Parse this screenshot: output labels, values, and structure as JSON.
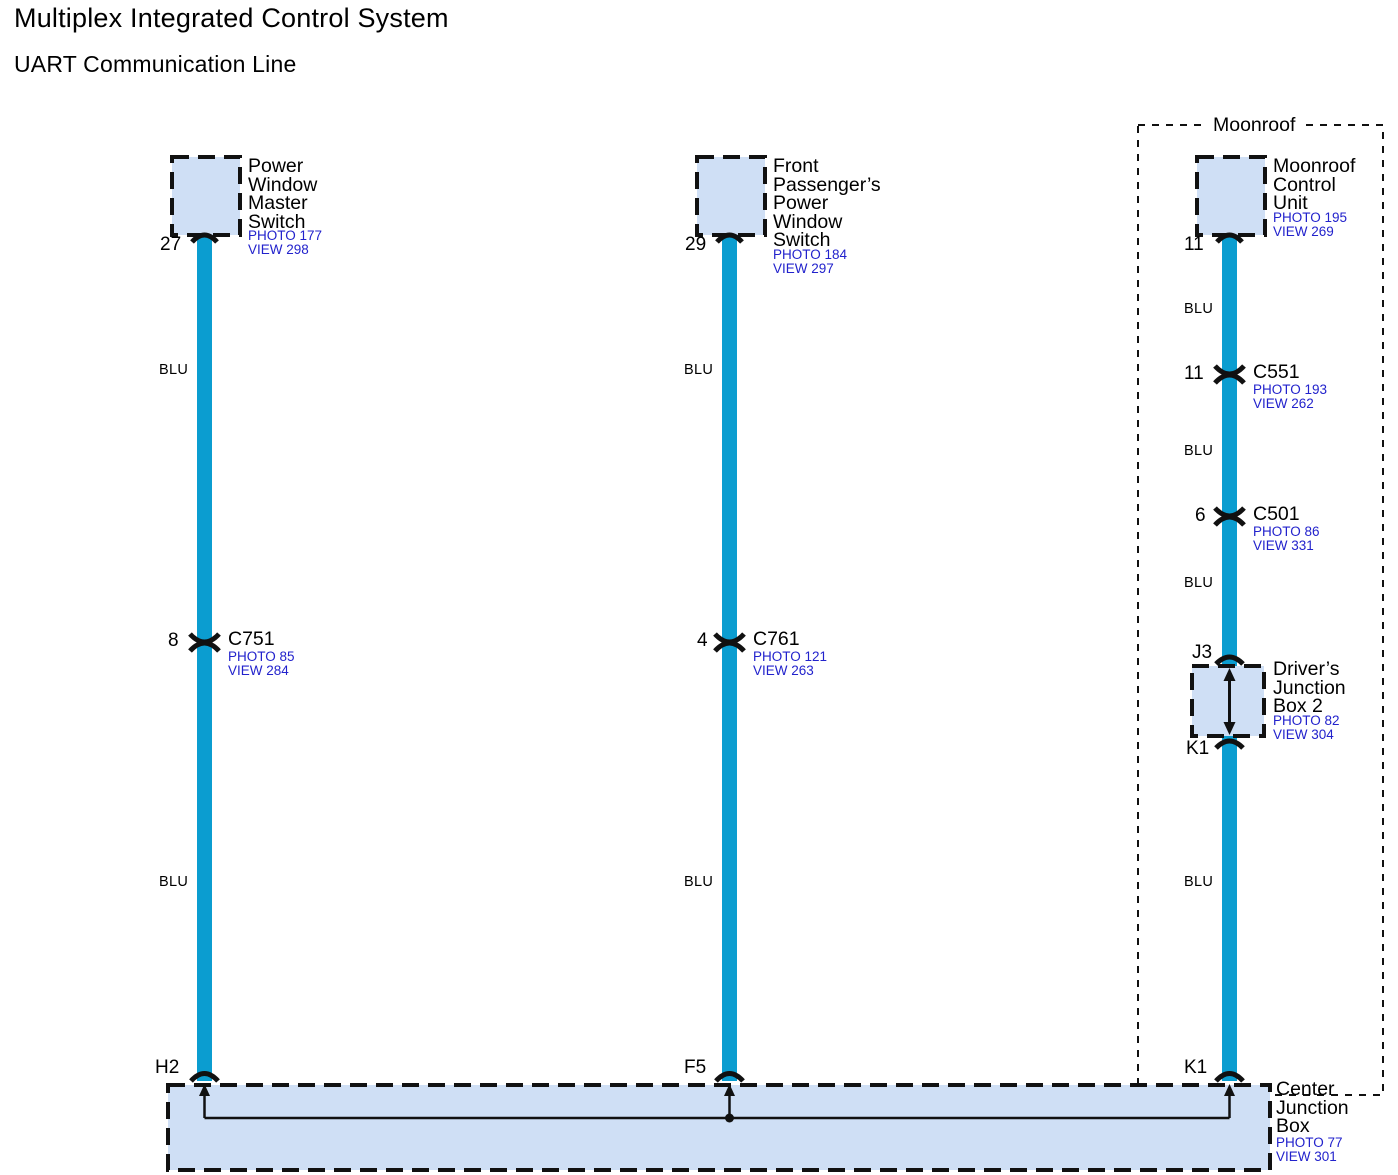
{
  "title": {
    "main": "Multiplex Integrated Control System",
    "sub": "UART Communication Line"
  },
  "colors": {
    "wire_blue": "#0b9dd0",
    "box_fill": "#cfdff5",
    "box_stroke": "#111111",
    "ref_text": "#2222cc",
    "text": "#000000"
  },
  "regions": [
    {
      "id": "moonroof",
      "label": "Moonroof"
    }
  ],
  "wire_color_label": "BLU",
  "columns": [
    {
      "id": "col-left",
      "component": {
        "name": "Power\nWindow\nMaster\nSwitch",
        "photo": "PHOTO 177",
        "view": "VIEW 298",
        "pin": "27"
      },
      "segments": [
        {
          "label": "BLU"
        },
        {
          "label": "BLU"
        }
      ],
      "connectors": [
        {
          "pin": "8",
          "name": "C751",
          "photo": "PHOTO 85",
          "view": "VIEW 284"
        }
      ],
      "terminal": {
        "label": "H2"
      }
    },
    {
      "id": "col-middle",
      "component": {
        "name": "Front\nPassenger’s\nPower\nWindow\nSwitch",
        "photo": "PHOTO 184",
        "view": "VIEW 297",
        "pin": "29"
      },
      "segments": [
        {
          "label": "BLU"
        },
        {
          "label": "BLU"
        }
      ],
      "connectors": [
        {
          "pin": "4",
          "name": "C761",
          "photo": "PHOTO 121",
          "view": "VIEW 263"
        }
      ],
      "terminal": {
        "label": "F5"
      }
    },
    {
      "id": "col-right",
      "component": {
        "name": "Moonroof\nControl\nUnit",
        "photo": "PHOTO 195",
        "view": "VIEW 269",
        "pin": "11"
      },
      "segments": [
        {
          "label": "BLU"
        },
        {
          "label": "BLU"
        },
        {
          "label": "BLU"
        },
        {
          "label": "BLU"
        }
      ],
      "connectors": [
        {
          "pin": "11",
          "name": "C551",
          "photo": "PHOTO 193",
          "view": "VIEW 262"
        },
        {
          "pin": "6",
          "name": "C501",
          "photo": "PHOTO 86",
          "view": "VIEW 331"
        }
      ],
      "junction_box": {
        "name": "Driver’s\nJunction\nBox 2",
        "photo": "PHOTO 82",
        "view": "VIEW 304",
        "pin_top": "J3",
        "pin_bottom": "K1"
      },
      "terminal": {
        "label": "K1"
      }
    }
  ],
  "center_junction_box": {
    "name": "Center\nJunction\nBox",
    "photo": "PHOTO 77",
    "view": "VIEW 301",
    "terminals": [
      "H2",
      "F5",
      "K1"
    ]
  }
}
